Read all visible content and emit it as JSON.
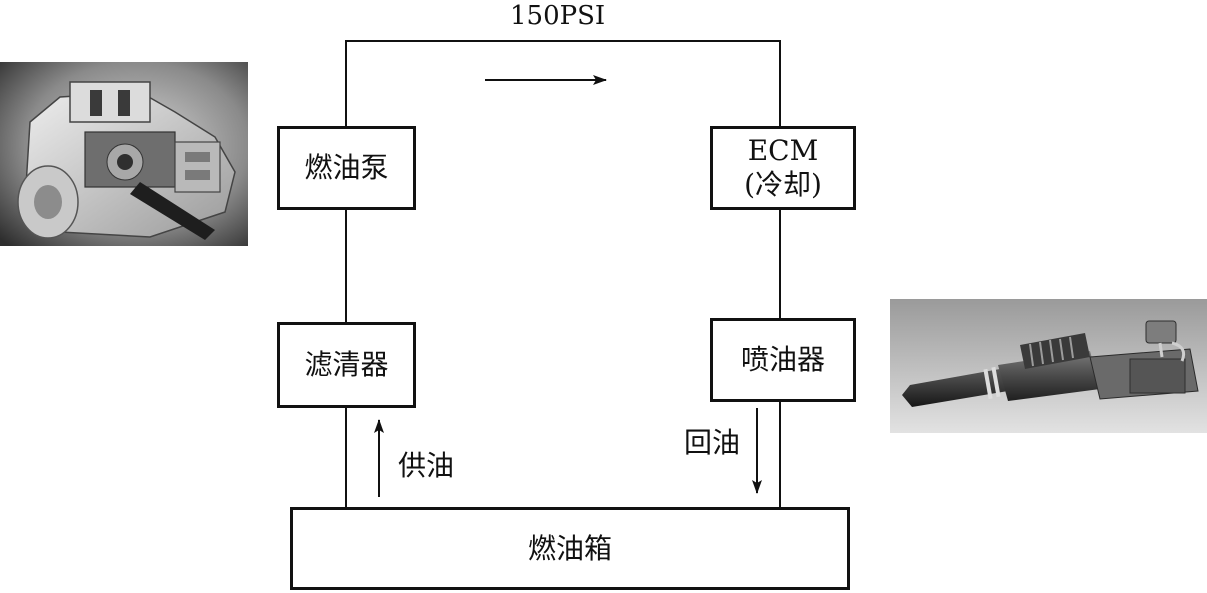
{
  "diagram": {
    "pressure_label": "150PSI",
    "nodes": {
      "fuel_pump": "燃油泵",
      "ecm_line1": "ECM",
      "ecm_line2": "(冷却)",
      "filter": "滤清器",
      "injector": "喷油器",
      "fuel_tank": "燃油箱"
    },
    "flow_labels": {
      "supply": "供油",
      "return": "回油"
    }
  },
  "images": {
    "pump_photo": "fuel-pump-cutaway-photo",
    "injector_photo": "fuel-injector-photo"
  },
  "colors": {
    "line": "#111111",
    "background": "#ffffff"
  }
}
